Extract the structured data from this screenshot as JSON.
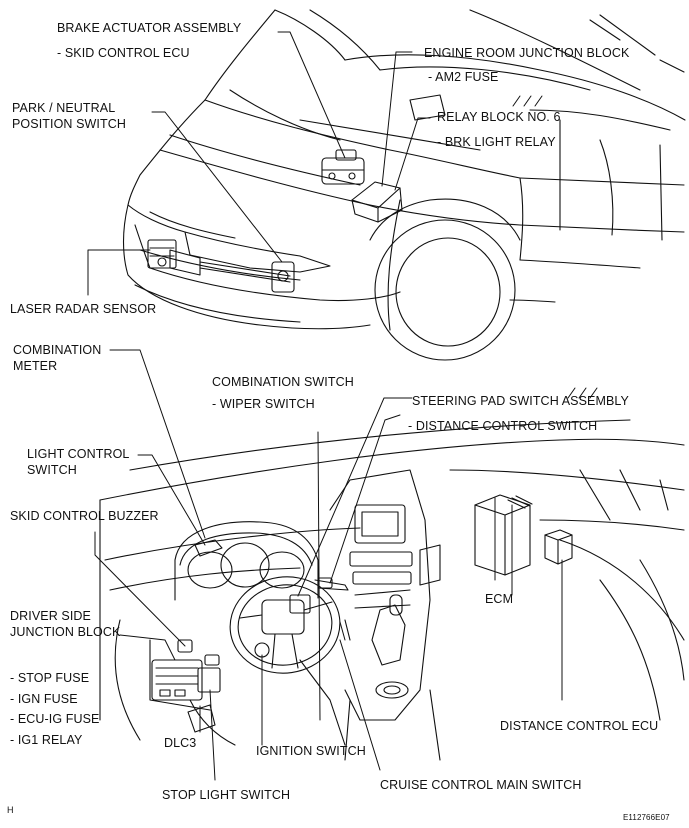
{
  "labels": {
    "brake_actuator": "BRAKE ACTUATOR ASSEMBLY",
    "skid_control_ecu": "-  SKID CONTROL ECU",
    "engine_room_jb": "ENGINE ROOM JUNCTION BLOCK",
    "am2_fuse": "-  AM2 FUSE",
    "park_neutral_1": "PARK / NEUTRAL",
    "park_neutral_2": "POSITION SWITCH",
    "relay_block": "RELAY BLOCK NO. 6",
    "brk_light_relay": "-  BRK LIGHT RELAY",
    "laser_radar": "LASER RADAR SENSOR",
    "combination_meter_1": "COMBINATION",
    "combination_meter_2": "METER",
    "combination_switch": "COMBINATION SWITCH",
    "wiper_switch": "-  WIPER SWITCH",
    "steering_pad": "STEERING PAD SWITCH ASSEMBLY",
    "distance_control_switch": "-  DISTANCE CONTROL SWITCH",
    "light_control_1": "LIGHT CONTROL",
    "light_control_2": "SWITCH",
    "skid_buzzer": "SKID CONTROL BUZZER",
    "ecm": "ECM",
    "driver_jb_1": "DRIVER SIDE",
    "driver_jb_2": "JUNCTION BLOCK",
    "stop_fuse": "-  STOP FUSE",
    "ign_fuse": "-  IGN FUSE",
    "ecu_ig_fuse": "-  ECU-IG FUSE",
    "ig1_relay": "-  IG1 RELAY",
    "distance_control_ecu": "DISTANCE CONTROL ECU",
    "dlc3": "DLC3",
    "ignition_switch": "IGNITION SWITCH",
    "cruise_main_switch": "CRUISE CONTROL MAIN SWITCH",
    "stop_light_switch": "STOP LIGHT SWITCH",
    "corner_h": "H",
    "figure_code": "E112766E07"
  }
}
